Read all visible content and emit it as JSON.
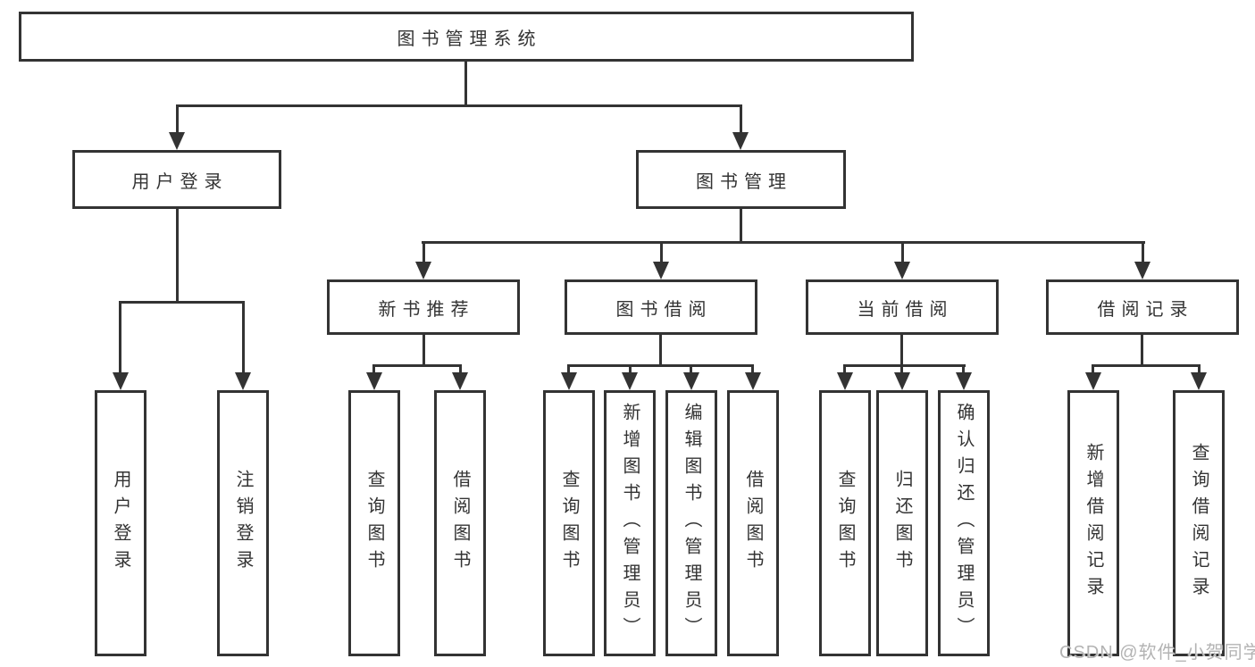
{
  "diagram": {
    "type": "tree",
    "root": {
      "label": "图书管理系统",
      "children": [
        {
          "label": "用户登录",
          "children": [
            {
              "label": "用户登录"
            },
            {
              "label": "注销登录"
            }
          ]
        },
        {
          "label": "图书管理",
          "children": [
            {
              "label": "新书推荐",
              "children": [
                {
                  "label": "查询图书"
                },
                {
                  "label": "借阅图书"
                }
              ]
            },
            {
              "label": "图书借阅",
              "children": [
                {
                  "label": "查询图书"
                },
                {
                  "label": "新增图书（管理员）"
                },
                {
                  "label": "编辑图书（管理员）"
                },
                {
                  "label": "借阅图书"
                }
              ]
            },
            {
              "label": "当前借阅",
              "children": [
                {
                  "label": "查询图书"
                },
                {
                  "label": "归还图书"
                },
                {
                  "label": "确认归还（管理员）"
                }
              ]
            },
            {
              "label": "借阅记录",
              "children": [
                {
                  "label": "新增借阅记录"
                },
                {
                  "label": "查询借阅记录"
                }
              ]
            }
          ]
        }
      ]
    }
  },
  "watermark": {
    "text": "CSDN @软件_小贺同学"
  },
  "colors": {
    "line": "#333333",
    "text": "#333333",
    "watermark": "#b3b3b3",
    "background": "#ffffff"
  }
}
